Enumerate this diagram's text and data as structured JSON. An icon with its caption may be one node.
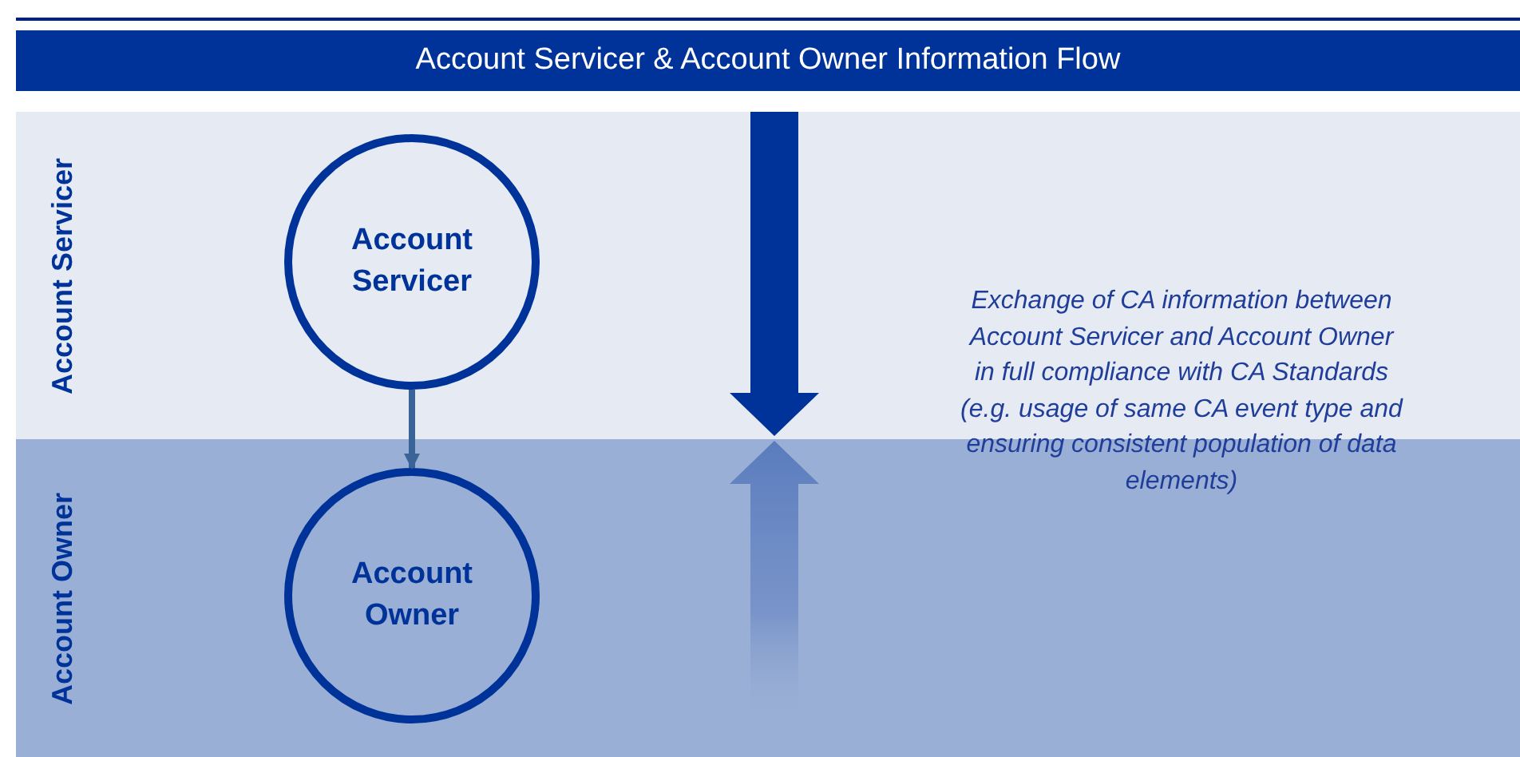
{
  "diagram": {
    "title": "Account Servicer & Account Owner Information Flow",
    "nodes": [
      {
        "text": [
          "Account Servicer"
        ]
      },
      {
        "text": [
          "Account Owner"
        ]
      },
      {
        "text": [
          "Account Servicer"
        ],
        "in": 0
      },
      {
        "text": [
          "Account Owner"
        ],
        "in": 1
      }
    ],
    "edges": [
      {
        "from": 2,
        "to": 3,
        "arrow": "to"
      }
    ],
    "labels": [
      "Exchange of CA information between Account Servicer and Account Owner in full compliance with CA Standards (e.g. usage of same CA event type and ensuring consistent population of data elements)"
    ]
  }
}
